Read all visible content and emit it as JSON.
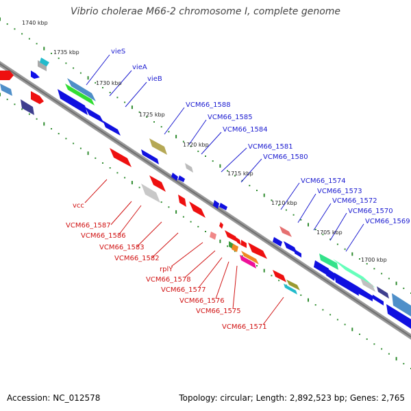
{
  "title": "Vibrio cholerae M66-2 chromosome I, complete genome",
  "footer": {
    "accession": "Accession: NC_012578",
    "summary": "Topology: circular; Length: 2,892,523 bp; Genes: 2,765"
  },
  "colors": {
    "plus_strand": "#1515e0",
    "minus_strand": "#e01010",
    "backbone": "#888888",
    "scale_dots": "#2e8b2e",
    "plus_label": "#1a1ad0",
    "minus_label": "#d01010"
  },
  "ticks": [
    "1740 kbp",
    "1735 kbp",
    "1730 kbp",
    "1725 kbp",
    "1720 kbp",
    "1715 kbp",
    "1710 kbp",
    "1705 kbp",
    "1700 kbp"
  ],
  "plus_labels": [
    "vieS",
    "vieA",
    "vieB",
    "VCM66_1588",
    "VCM66_1585",
    "VCM66_1584",
    "VCM66_1581",
    "VCM66_1580",
    "VCM66_1574",
    "VCM66_1573",
    "VCM66_1572",
    "VCM66_1570",
    "VCM66_1569"
  ],
  "minus_labels": [
    "vcc",
    "VCM66_1587",
    "VCM66_1586",
    "VCM66_1583",
    "VCM66_1582",
    "rplY",
    "VCM66_1578",
    "VCM66_1577",
    "VCM66_1576",
    "VCM66_1575",
    "VCM66_1571"
  ]
}
